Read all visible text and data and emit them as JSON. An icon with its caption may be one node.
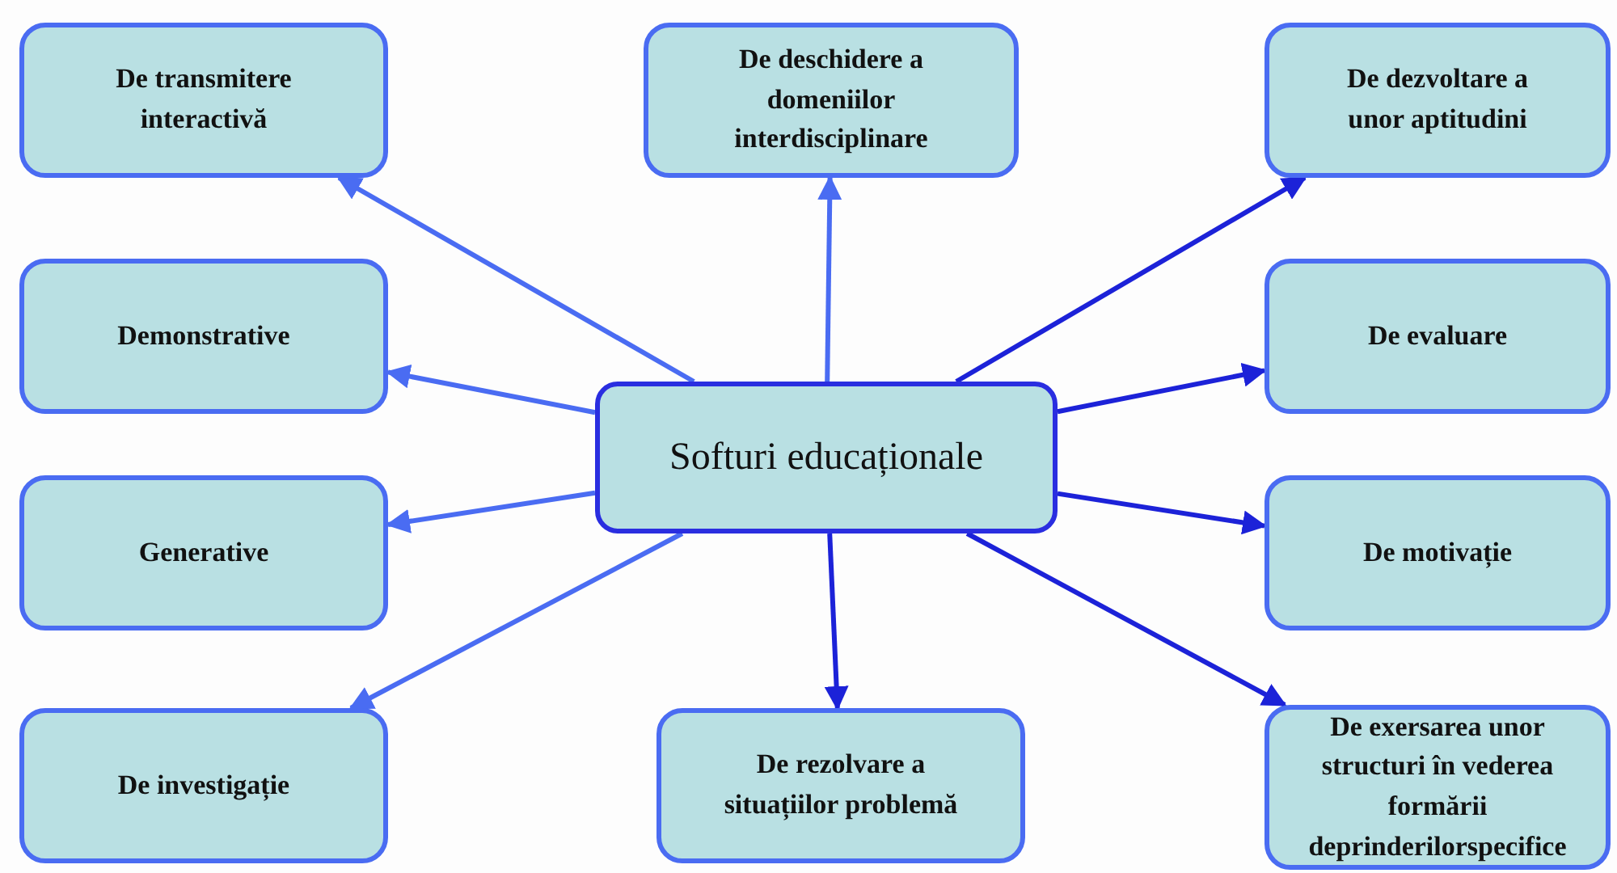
{
  "diagram": {
    "nodes": [
      {
        "text": [
          "De transmitere interactivă"
        ]
      },
      {
        "text": [
          "De deschidere a domeniilor interdisciplinare"
        ]
      },
      {
        "text": [
          "De dezvoltare a unor aptitudini"
        ]
      },
      {
        "text": [
          "Demonstrative"
        ]
      },
      {
        "text": [
          "Softuri educaționale"
        ]
      },
      {
        "text": [
          "De evaluare"
        ]
      },
      {
        "text": [
          "Generative"
        ]
      },
      {
        "text": [
          "De motivație"
        ]
      },
      {
        "text": [
          "De investigație"
        ]
      },
      {
        "text": [
          "De rezolvare a situațiilor problemă"
        ]
      },
      {
        "text": [
          "De exersarea unor structuri în vederea formării deprinderilorspecifice"
        ]
      }
    ],
    "edges": [
      {
        "from": 4,
        "to": 0,
        "arrow": "to"
      },
      {
        "from": 4,
        "to": 1,
        "arrow": "to"
      },
      {
        "from": 4,
        "to": 2,
        "arrow": "to",
        "color": "#1c22d8"
      },
      {
        "from": 4,
        "to": 3,
        "arrow": "to"
      },
      {
        "from": 4,
        "to": 5,
        "arrow": "to",
        "color": "#1c22d8"
      },
      {
        "from": 4,
        "to": 6,
        "arrow": "to"
      },
      {
        "from": 4,
        "to": 7,
        "arrow": "to",
        "color": "#1c22d8"
      },
      {
        "from": 4,
        "to": 8,
        "arrow": "to"
      },
      {
        "from": 4,
        "to": 9,
        "arrow": "to",
        "color": "#1c22d8"
      },
      {
        "from": 4,
        "to": 10,
        "arrow": "to",
        "color": "#1c22d8"
      }
    ]
  }
}
